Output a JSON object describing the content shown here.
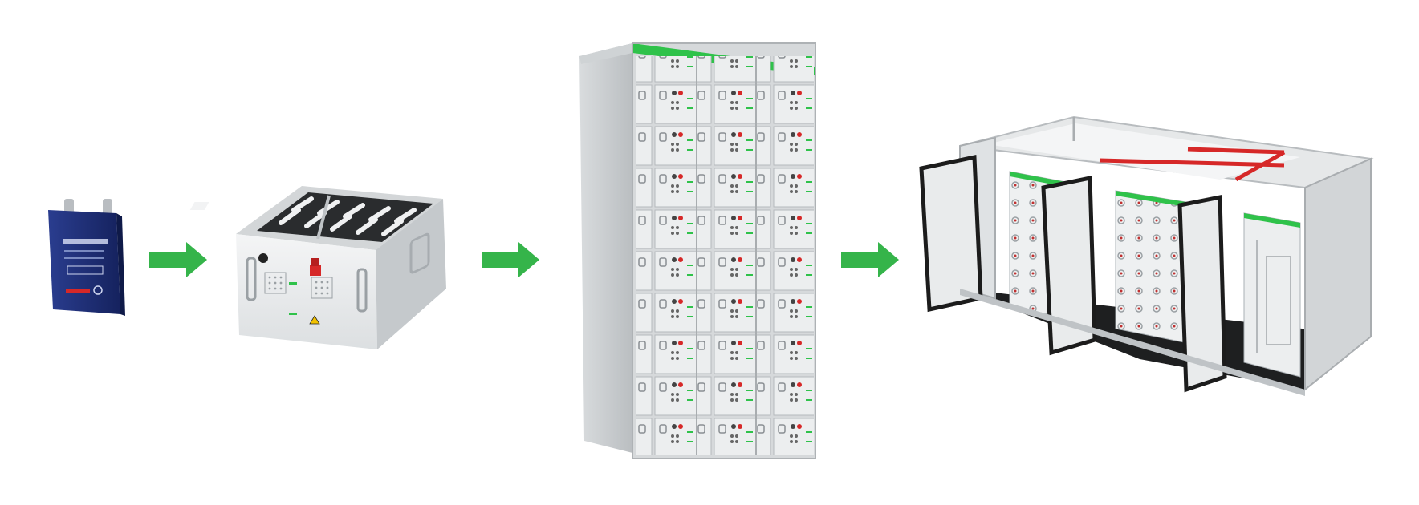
{
  "diagram": {
    "flow": [
      {
        "id": "cell",
        "icon": "battery-cell-icon"
      },
      {
        "id": "module",
        "icon": "battery-module-icon"
      },
      {
        "id": "rack",
        "icon": "battery-rack-cabinet-icon"
      },
      {
        "id": "container",
        "icon": "container-storage-system-icon"
      }
    ],
    "connector_icon": "right-arrow-icon",
    "colors": {
      "arrow": "#35b44a",
      "accent_green": "#2fc24a",
      "cell_blue": "#1e2f7a",
      "panel_gray": "#e3e5e6",
      "cabinet_gray": "#c9ccce",
      "terminal_red": "#d62828"
    }
  }
}
